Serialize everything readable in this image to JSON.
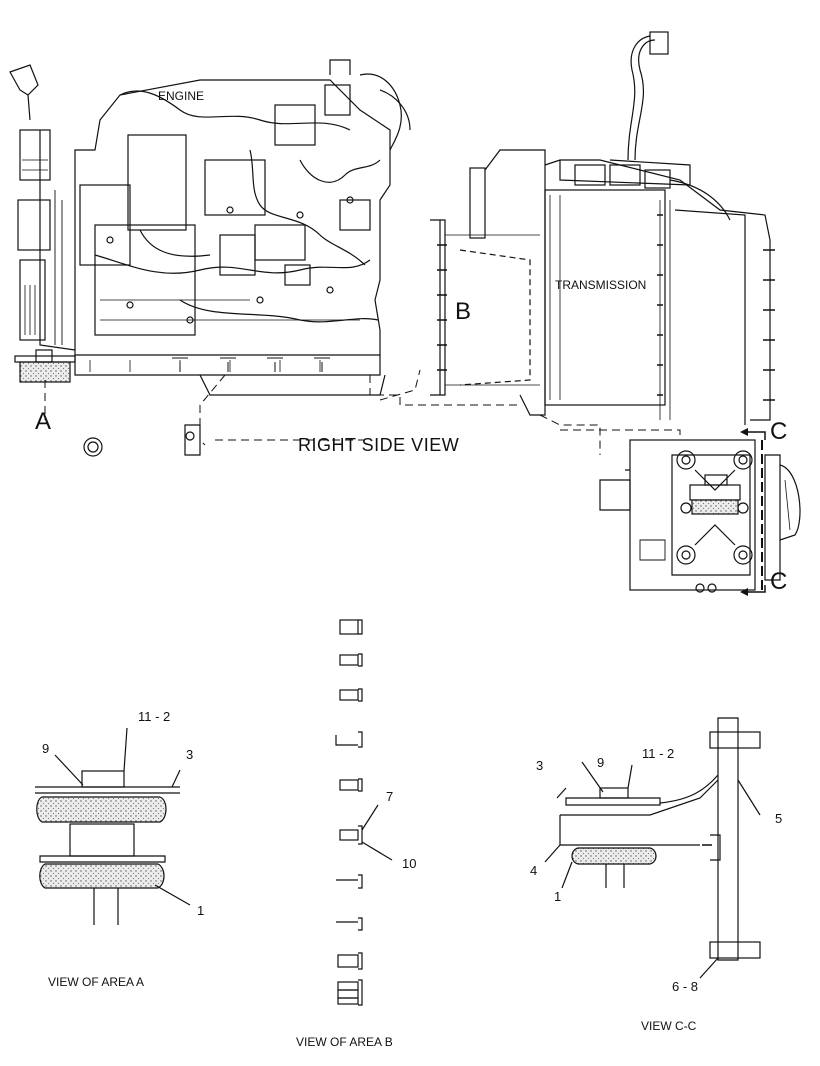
{
  "labels": {
    "engine": "ENGINE",
    "transmission": "TRANSMISSION",
    "right_side_view": "RIGHT SIDE VIEW",
    "area_a_marker": "A",
    "area_b_marker": "B",
    "section_c_top": "C",
    "section_c_bottom": "C",
    "view_area_a": "VIEW OF AREA A",
    "view_area_b": "VIEW OF AREA B",
    "view_c_c": "VIEW C-C"
  },
  "callouts": {
    "a_11_2": "11 - 2",
    "a_9": "9",
    "a_3": "3",
    "a_1": "1",
    "b_7": "7",
    "b_10": "10",
    "c_3": "3",
    "c_9": "9",
    "c_11_2": "11 - 2",
    "c_5": "5",
    "c_4": "4",
    "c_1": "1",
    "c_6_8": "6 - 8"
  },
  "colors": {
    "line": "#111111",
    "background": "#ffffff",
    "pad_fill": "#d9d9d9"
  }
}
